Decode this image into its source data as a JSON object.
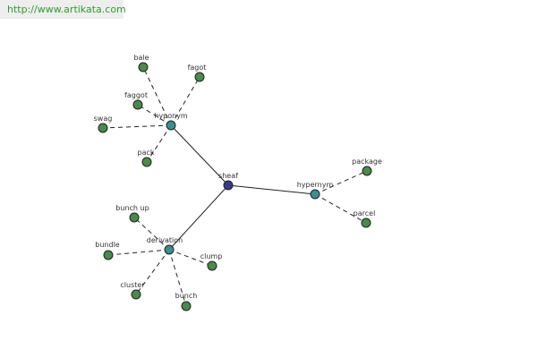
{
  "source_link": "http://www.artikata.com",
  "colors": {
    "center": "#3a3a8c",
    "relation": "#3a8f8f",
    "leaf": "#4a8a4a",
    "edge": "#222222"
  },
  "graph": {
    "center": "sheaf",
    "relations": [
      {
        "label": "hyponym",
        "terms": [
          "bale",
          "fagot",
          "faggot",
          "swag",
          "pack"
        ]
      },
      {
        "label": "hypernym",
        "terms": [
          "package",
          "parcel"
        ]
      },
      {
        "label": "derivation",
        "terms": [
          "bunch up",
          "bundle",
          "clump",
          "cluster",
          "bunch"
        ]
      }
    ]
  }
}
